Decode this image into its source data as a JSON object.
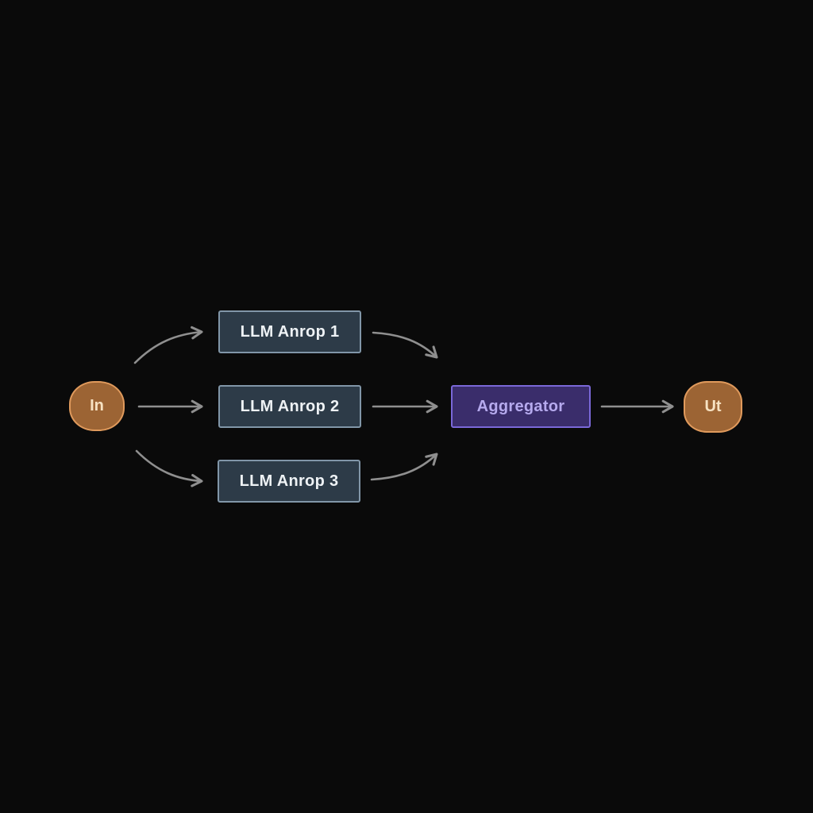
{
  "diagram": {
    "description": "Parallel LLM fan-out / aggregation flow diagram",
    "input_node": {
      "label": "In"
    },
    "llm_nodes": [
      {
        "label": "LLM Anrop 1"
      },
      {
        "label": "LLM Anrop 2"
      },
      {
        "label": "LLM Anrop 3"
      }
    ],
    "aggregator_node": {
      "label": "Aggregator"
    },
    "output_node": {
      "label": "Ut"
    },
    "colors": {
      "background": "#0a0a0a",
      "io_fill": "#9c6434",
      "io_border": "#e09a5c",
      "io_text": "#f7e2c2",
      "llm_fill": "#2d3b48",
      "llm_border": "#8196a8",
      "llm_text": "#eef2f5",
      "aggregator_fill": "#3a2d6b",
      "aggregator_border": "#7a68d8",
      "aggregator_text": "#b6aaee",
      "arrow": "#8f8f8f"
    }
  }
}
